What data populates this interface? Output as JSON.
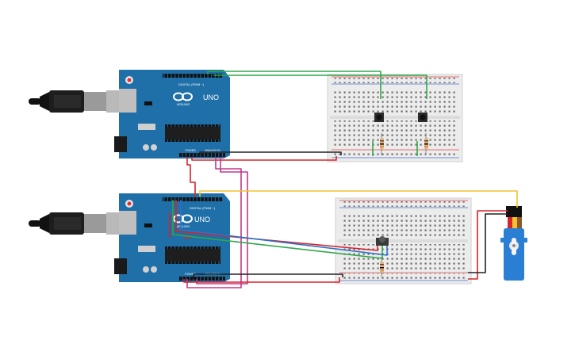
{
  "colors": {
    "board": "#1f6fa8",
    "board_dark": "#17557f",
    "breadboard": "#ececec",
    "rail_red": "#e04848",
    "rail_blue": "#4a6fd1",
    "wire_green": "#2fa84a",
    "wire_red": "#d8232a",
    "wire_black": "#222222",
    "wire_yellow": "#f2c230",
    "wire_magenta": "#c0398c",
    "wire_blue": "#2a73c9",
    "servo": "#2a7fd4",
    "chip": "#1e1e1e"
  },
  "arduinos": [
    {
      "id": "arduino-top",
      "model_label": "UNO",
      "brand_label": "ARDUINO",
      "digital_label": "DIGITAL (PWM ~)",
      "power_label": "POWER",
      "analog_label": "ANALOG IN",
      "icon": "infinity-logo-icon"
    },
    {
      "id": "arduino-bottom",
      "model_label": "UNO",
      "brand_label": "ARDUINO",
      "digital_label": "DIGITAL (PWM ~)",
      "power_label": "POWER",
      "analog_label": "ANALOG IN",
      "icon": "infinity-logo-icon"
    }
  ],
  "usb_cables": [
    {
      "id": "usb-top",
      "icon": "usb-plug-icon"
    },
    {
      "id": "usb-bottom",
      "icon": "usb-plug-icon"
    }
  ],
  "breadboards": [
    {
      "id": "breadboard-top",
      "components": [
        "pushbutton",
        "pushbutton",
        "resistor",
        "resistor"
      ]
    },
    {
      "id": "breadboard-bottom",
      "components": [
        "potentiometer",
        "resistor"
      ]
    }
  ],
  "servo": {
    "id": "servo-motor",
    "icon": "servo-icon"
  }
}
